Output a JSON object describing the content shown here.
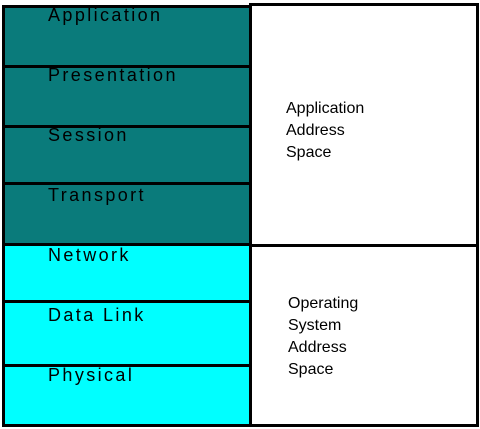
{
  "colors": {
    "upper_layers": "#0a7b7b",
    "lower_layers": "#00ffff",
    "border": "#000000",
    "space_background": "#ffffff"
  },
  "layers": [
    {
      "id": "application",
      "label": "Application"
    },
    {
      "id": "presentation",
      "label": "Presentation"
    },
    {
      "id": "session",
      "label": "Session"
    },
    {
      "id": "transport",
      "label": "Transport"
    },
    {
      "id": "network",
      "label": "Network"
    },
    {
      "id": "data-link",
      "label": "Data Link"
    },
    {
      "id": "physical",
      "label": "Physical"
    }
  ],
  "application_space": {
    "lines": [
      "Application",
      "Address",
      "Space"
    ]
  },
  "os_space": {
    "lines": [
      "Operating",
      "System",
      "Address",
      "Space"
    ]
  }
}
